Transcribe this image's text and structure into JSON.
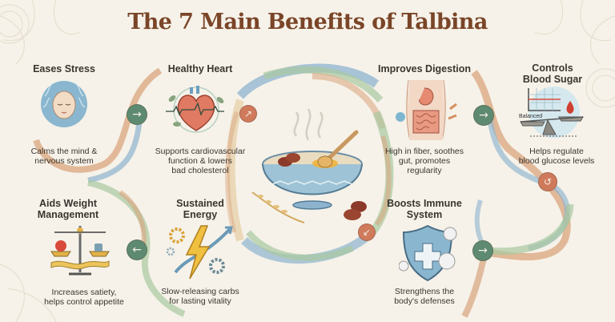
{
  "title": "The 7 Main Benefits of Talbina",
  "colors": {
    "title": "#7a4528",
    "background": "#f6f2e9",
    "arrow_green": "#5e8a71",
    "arrow_red": "#d07a5c",
    "ribbon_blue": "#8db3cf",
    "ribbon_green": "#a9c9a0",
    "ribbon_tan": "#d9a47c"
  },
  "center": {
    "image": "talbina-bowl-with-dates-honey-dipper-wheat"
  },
  "benefits": [
    {
      "id": "eases-stress",
      "title": "Eases Stress",
      "description_lines": [
        "Calms the mind &",
        "nervous system"
      ],
      "icon": "calm-face-icon"
    },
    {
      "id": "healthy-heart",
      "title": "Healthy Heart",
      "description_lines": [
        "Supports cardiovascular",
        "function & lowers",
        "bad cholesterol"
      ],
      "icon": "heart-icon"
    },
    {
      "id": "improves-digestion",
      "title": "Improves Digestion",
      "description_lines": [
        "High in fiber, soothes",
        "gut, promotes",
        "regularity"
      ],
      "icon": "digestive-system-icon"
    },
    {
      "id": "controls-blood-sugar",
      "title_lines": [
        "Controls",
        "Blood Sugar"
      ],
      "description_lines": [
        "Helps regulate",
        "blood glucose levels"
      ],
      "icon": "balance-scale-blood-drop-icon",
      "icon_label": "Balanced"
    },
    {
      "id": "aids-weight-management",
      "title_lines": [
        "Aids Weight",
        "Management"
      ],
      "description_lines": [
        "Increases satiety,",
        "helps control appetite"
      ],
      "icon": "scale-apple-tape-icon"
    },
    {
      "id": "sustained-energy",
      "title_lines": [
        "Sustained",
        "Energy"
      ],
      "description_lines": [
        "Slow-releasing carbs",
        "for lasting vitality"
      ],
      "icon": "lightning-gears-icon"
    },
    {
      "id": "boosts-immune-system",
      "title_lines": [
        "Boosts Immune",
        "System"
      ],
      "description_lines": [
        "Strengthens the",
        "body's defenses"
      ],
      "icon": "shield-cross-icon"
    }
  ],
  "arrows": {
    "a1": "→",
    "a2": "↗",
    "a3": "→",
    "a4": "↺",
    "a5": "←",
    "a6": "↙",
    "a7": "→"
  }
}
